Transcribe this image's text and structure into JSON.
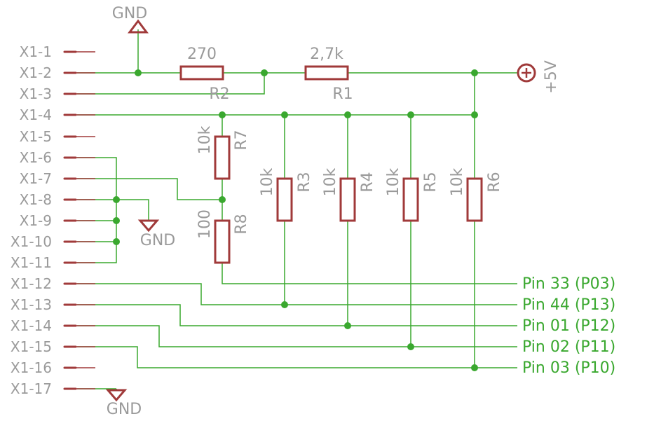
{
  "connector": {
    "pins": [
      "X1-1",
      "X1-2",
      "X1-3",
      "X1-4",
      "X1-5",
      "X1-6",
      "X1-7",
      "X1-8",
      "X1-9",
      "X1-10",
      "X1-11",
      "X1-12",
      "X1-13",
      "X1-14",
      "X1-15",
      "X1-16",
      "X1-17"
    ]
  },
  "gnd_label": "GND",
  "supply_label": "+5V",
  "resistors": {
    "R1": {
      "name": "R1",
      "value": "2,7k"
    },
    "R2": {
      "name": "R2",
      "value": "270"
    },
    "R3": {
      "name": "R3",
      "value": "10k"
    },
    "R4": {
      "name": "R4",
      "value": "10k"
    },
    "R5": {
      "name": "R5",
      "value": "10k"
    },
    "R6": {
      "name": "R6",
      "value": "10k"
    },
    "R7": {
      "name": "R7",
      "value": "10k"
    },
    "R8": {
      "name": "R8",
      "value": "100"
    }
  },
  "outputs": [
    "Pin 33 (P03)",
    "Pin 44 (P13)",
    "Pin 01 (P12)",
    "Pin 02 (P11)",
    "Pin 03 (P10)"
  ],
  "colors": {
    "wire": "#3aa82f",
    "component": "#a03a3a",
    "text": "#9a9a9a",
    "pin_label": "#3aa82f"
  }
}
